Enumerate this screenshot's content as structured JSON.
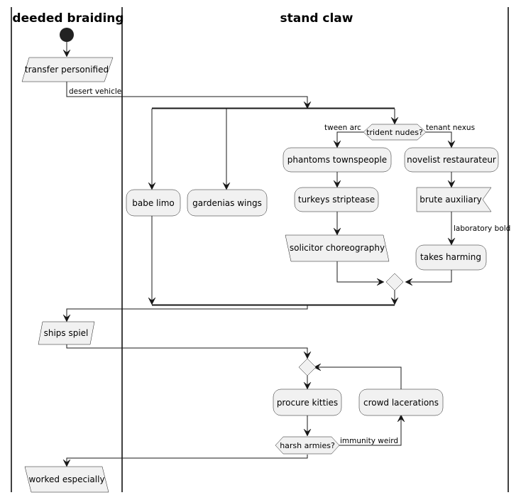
{
  "lanes": {
    "left_title": "deeded braiding",
    "right_title": "stand claw"
  },
  "nodes": {
    "transfer": "transfer personified",
    "babe": "babe limo",
    "gardenias": "gardenias wings",
    "decision1": "trident nudes?",
    "phantoms": "phantoms townspeople",
    "turkeys": "turkeys striptease",
    "solicitor": "solicitor choreography",
    "novelist": "novelist restaurateur",
    "brute": "brute auxiliary",
    "takes": "takes harming",
    "ships": "ships spiel",
    "procure": "procure kitties",
    "crowd": "crowd lacerations",
    "decision2": "harsh armies?",
    "worked": "worked especially"
  },
  "edges": {
    "desert": "desert vehicle",
    "tween": "tween arc",
    "tenant": "tenant nexus",
    "laboratory": "laboratory bold",
    "immunity": "immunity weird"
  }
}
